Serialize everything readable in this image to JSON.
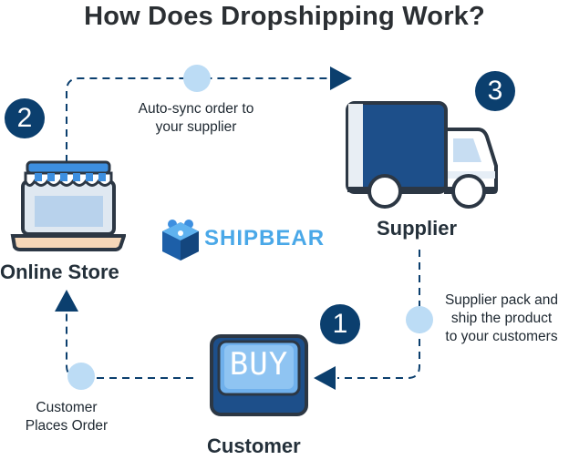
{
  "title": "How Does Dropshipping Work?",
  "brand": {
    "name": "SHIPBEAR"
  },
  "nodes": {
    "online_store": {
      "label": "Online Store",
      "badge": "2"
    },
    "supplier": {
      "label": "Supplier",
      "badge": "3"
    },
    "customer": {
      "label": "Customer",
      "badge": "1",
      "button_text": "BUY"
    }
  },
  "steps": {
    "auto_sync": [
      "Auto-sync order to",
      "your supplier"
    ],
    "supplier_ship": [
      "Supplier pack and",
      "ship the product",
      "to your customers"
    ],
    "customer_order": [
      "Customer",
      "Places Order"
    ]
  },
  "colors": {
    "navy": "#0b3f6e",
    "flow_dot": "#bcdcf5",
    "brand_blue": "#4aa8e8",
    "truck_body": "#1d4f8a",
    "awning_blue": "#3d8fe0"
  },
  "icons": [
    "online-store-icon",
    "delivery-truck-icon",
    "buy-button-icon",
    "bear-box-logo-icon",
    "arrow-icon"
  ]
}
